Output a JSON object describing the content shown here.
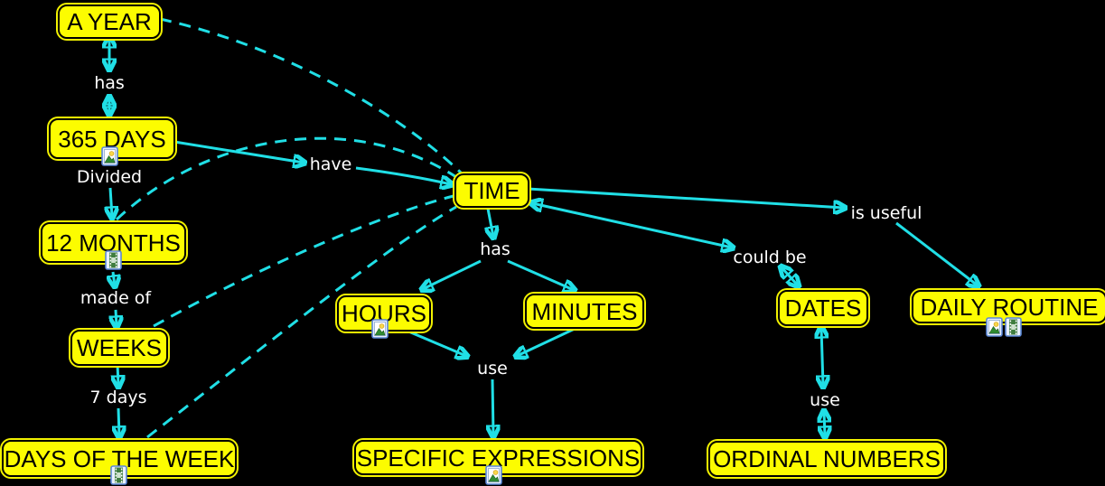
{
  "diagram": {
    "colors": {
      "background": "#000000",
      "node_fill": "#FCFC00",
      "node_text": "#000000",
      "arrow": "#20DFE6",
      "link_label_text": "#FFFFFF"
    },
    "nodes": {
      "a_year": {
        "label": "A YEAR"
      },
      "days_365": {
        "label": "365 DAYS"
      },
      "months_12": {
        "label": "12 MONTHS"
      },
      "weeks": {
        "label": "WEEKS"
      },
      "days_of_week": {
        "label": "DAYS OF THE WEEK"
      },
      "time": {
        "label": "TIME"
      },
      "hours": {
        "label": "HOURS"
      },
      "minutes": {
        "label": "MINUTES"
      },
      "specific_expressions": {
        "label": "SPECIFIC EXPRESSIONS"
      },
      "dates": {
        "label": "DATES"
      },
      "ordinal_numbers": {
        "label": "ORDINAL NUMBERS"
      },
      "daily_routine": {
        "label": "DAILY ROUTINE"
      }
    },
    "links": {
      "has_year": {
        "label": "has"
      },
      "divided": {
        "label": "Divided"
      },
      "made_of": {
        "label": "made of"
      },
      "seven_days": {
        "label": "7 days"
      },
      "have": {
        "label": "have"
      },
      "has_time": {
        "label": "has"
      },
      "use_specific": {
        "label": "use"
      },
      "could_be": {
        "label": "could be"
      },
      "is_useful": {
        "label": "is useful"
      },
      "use_ordinal": {
        "label": "use"
      }
    },
    "connections": [
      {
        "from": "A YEAR",
        "label": "has",
        "to": "365 DAYS",
        "arrows": "both",
        "style": "solid"
      },
      {
        "from": "365 DAYS",
        "label": "Divided",
        "to": "12 MONTHS",
        "arrows": "forward",
        "style": "solid"
      },
      {
        "from": "12 MONTHS",
        "label": "made of",
        "to": "WEEKS",
        "arrows": "forward",
        "style": "solid"
      },
      {
        "from": "WEEKS",
        "label": "7 days",
        "to": "DAYS OF THE WEEK",
        "arrows": "forward",
        "style": "solid"
      },
      {
        "from": "365 DAYS",
        "label": "have",
        "to": "TIME",
        "arrows": "forward",
        "style": "solid"
      },
      {
        "from": "TIME",
        "label": "has",
        "to": "HOURS",
        "arrows": "forward",
        "style": "solid"
      },
      {
        "from": "TIME",
        "label": "has",
        "to": "MINUTES",
        "arrows": "forward",
        "style": "solid"
      },
      {
        "from": "HOURS",
        "label": "use",
        "to": "SPECIFIC EXPRESSIONS",
        "arrows": "forward",
        "style": "solid"
      },
      {
        "from": "MINUTES",
        "label": "use",
        "to": "SPECIFIC EXPRESSIONS",
        "arrows": "forward",
        "style": "solid"
      },
      {
        "from": "TIME",
        "label": "could be",
        "to": "DATES",
        "arrows": "both",
        "style": "solid"
      },
      {
        "from": "TIME",
        "label": "is useful",
        "to": "DAILY ROUTINE",
        "arrows": "forward",
        "style": "solid"
      },
      {
        "from": "DATES",
        "label": "use",
        "to": "ORDINAL NUMBERS",
        "arrows": "both",
        "style": "solid"
      },
      {
        "from": "TIME",
        "to": "A YEAR",
        "arrows": "none",
        "style": "dashed"
      },
      {
        "from": "TIME",
        "to": "12 MONTHS",
        "arrows": "none",
        "style": "dashed"
      },
      {
        "from": "TIME",
        "to": "WEEKS",
        "arrows": "none",
        "style": "dashed"
      },
      {
        "from": "TIME",
        "to": "DAYS OF THE WEEK",
        "arrows": "none",
        "style": "dashed"
      }
    ],
    "resource_icons": {
      "days_365": [
        "image"
      ],
      "months_12": [
        "video"
      ],
      "days_of_week": [
        "video"
      ],
      "hours": [
        "image"
      ],
      "specific_expressions": [
        "image"
      ],
      "daily_routine": [
        "image",
        "video"
      ]
    }
  }
}
